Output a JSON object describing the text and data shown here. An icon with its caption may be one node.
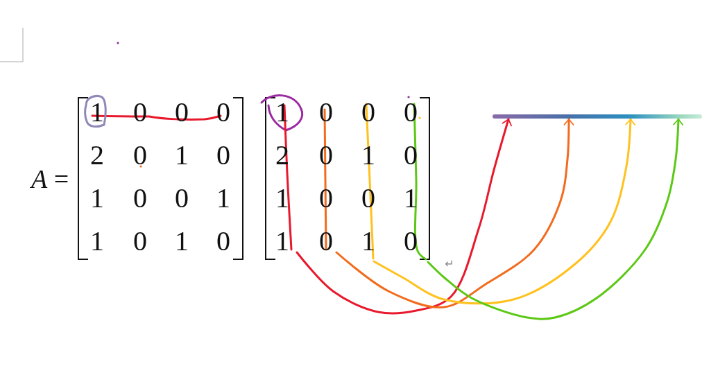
{
  "diagram": {
    "nodes": [
      {
        "text": [],
        "shape": "bar"
      },
      {
        "text": [],
        "shape": "line"
      },
      {
        "text": [],
        "shape": "line"
      },
      {
        "text": [],
        "shape": "line"
      },
      {
        "text": [],
        "shape": "line"
      }
    ],
    "edges": [
      {
        "from": 1,
        "to": 0,
        "arrow": "to",
        "color": "#e8192c"
      },
      {
        "from": 2,
        "to": 0,
        "arrow": "to",
        "color": "#f26b1d"
      },
      {
        "from": 3,
        "to": 0,
        "arrow": "to",
        "color": "#ffc11e"
      },
      {
        "from": 4,
        "to": 0,
        "arrow": "to",
        "color": "#5cc816"
      }
    ],
    "labels": [
      "*A* =",
      "1",
      "0",
      "0",
      "0",
      "2",
      "0",
      "1",
      "0",
      "1",
      "0",
      "0",
      "1",
      "1",
      "0",
      "1",
      "0",
      "1",
      "0",
      "0",
      "0",
      "2",
      "0",
      "1",
      "0",
      "1",
      "0",
      "0",
      "1",
      "1",
      "0",
      "1",
      "0",
      "↵"
    ]
  }
}
